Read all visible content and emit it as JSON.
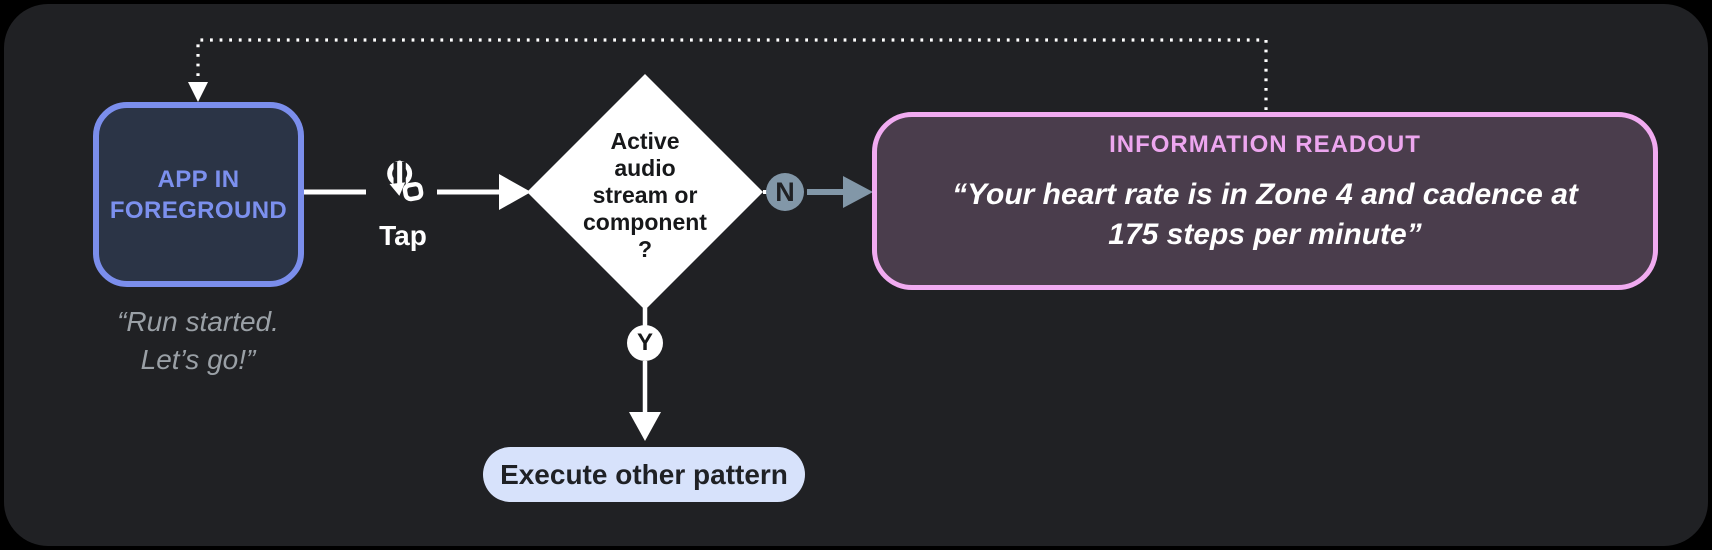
{
  "colors": {
    "outer_bg": "#000000",
    "panel_bg": "#202124",
    "app_border": "#7b8eec",
    "app_fill": "#2b3446",
    "app_text": "#7c90ee",
    "caption_text": "#9aa0a6",
    "flow_line": "#ffffff",
    "decision_fill": "#ffffff",
    "decision_text": "#17181a",
    "no_branch": "#8297a8",
    "badge_letter_dark": "#202124",
    "readout_border": "#f1abf1",
    "readout_fill": "#4a3d4c",
    "readout_title": "#eda6ef",
    "readout_text": "#ffffff",
    "action_fill": "#d7e2fb",
    "action_text": "#1f2125"
  },
  "app_node": {
    "label": "APP IN\nFOREGROUND"
  },
  "app_caption": {
    "text": "“Run started.\nLet’s go!”"
  },
  "tap_step": {
    "label": "Tap"
  },
  "decision": {
    "label": "Active\naudio\nstream or\ncomponent\n?"
  },
  "branches": {
    "no": "N",
    "yes": "Y"
  },
  "readout": {
    "title": "INFORMATION READOUT",
    "body": "“Your heart rate is in Zone 4 and cadence at\n175 steps per minute”"
  },
  "action": {
    "label": "Execute other pattern"
  }
}
